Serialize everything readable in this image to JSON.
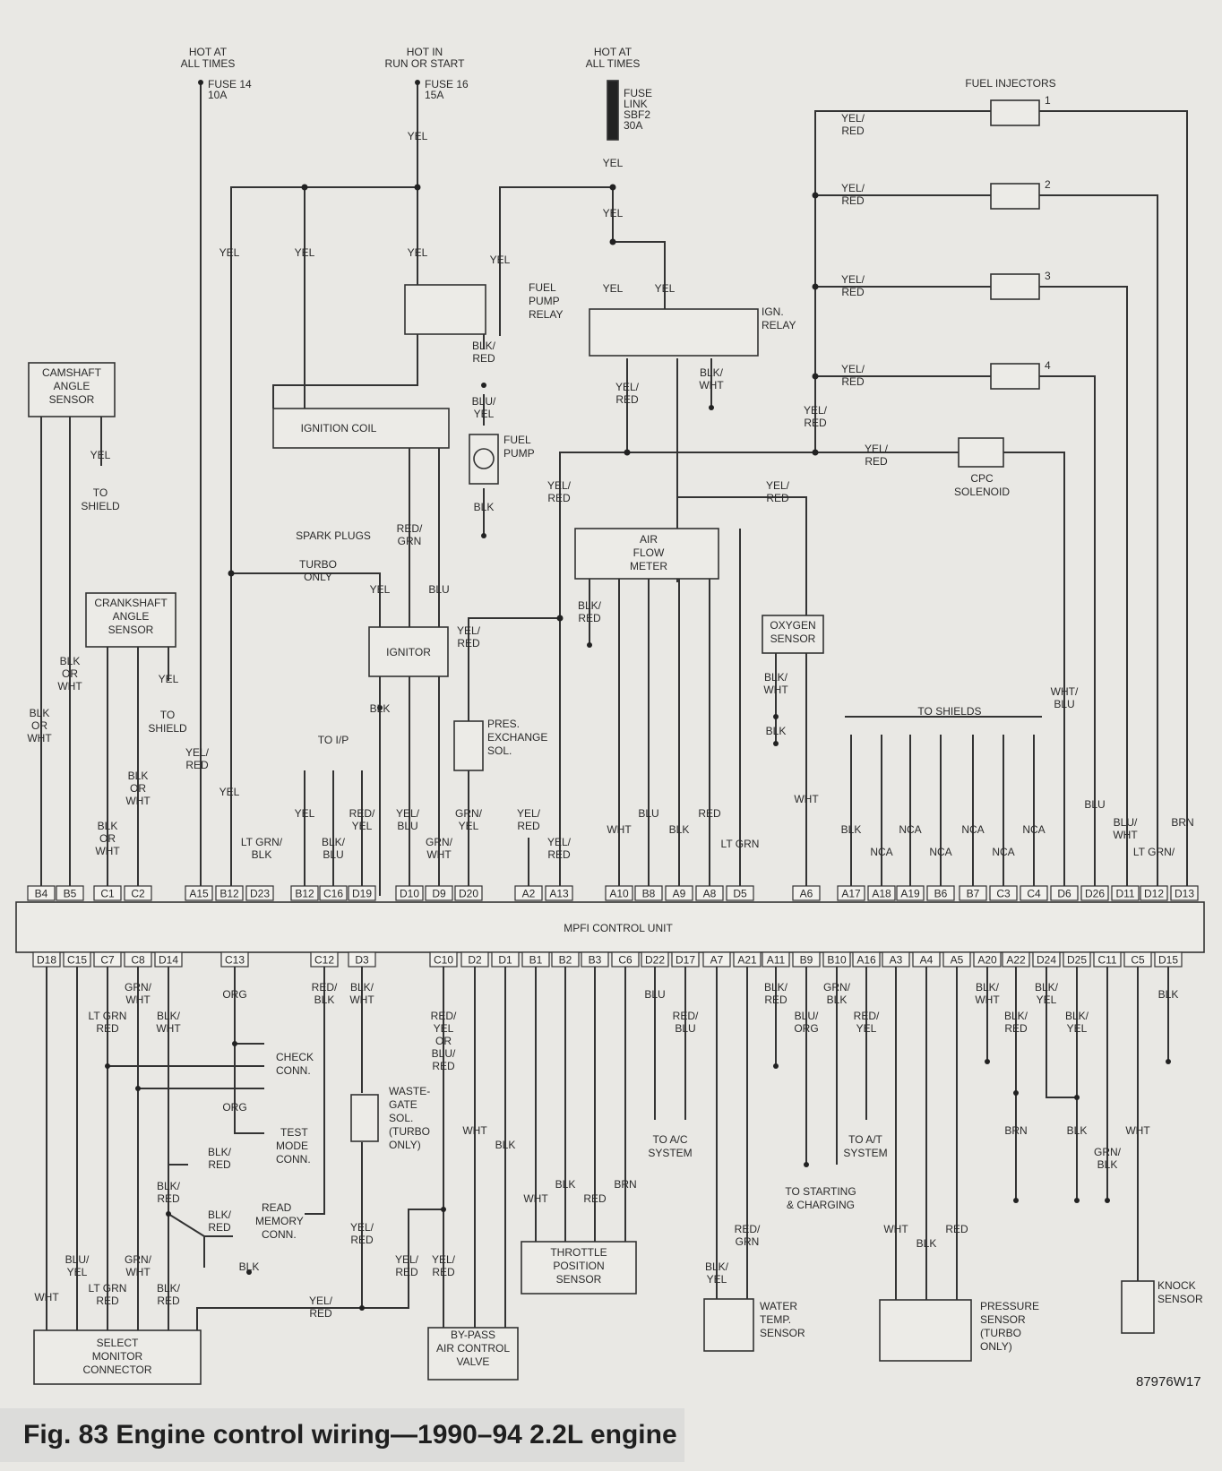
{
  "caption": "Fig. 83 Engine control wiring—1990–94 2.2L engine",
  "figure_code": "87976W17",
  "ecu": {
    "title": "MPFI CONTROL UNIT",
    "top_pins": [
      "B4",
      "B5",
      "C1",
      "C2",
      "A15",
      "B12",
      "D23",
      "B12",
      "C16",
      "D19",
      "D10",
      "D9",
      "D20",
      "A2",
      "A13",
      "A10",
      "B8",
      "A9",
      "A8",
      "D5",
      "A6",
      "A17",
      "A18",
      "A19",
      "B6",
      "B7",
      "C3",
      "C4",
      "D6",
      "D26",
      "D11",
      "D12",
      "D13"
    ],
    "bottom_pins": [
      "D18",
      "C15",
      "C7",
      "C8",
      "D14",
      "C13",
      "C12",
      "D3",
      "C10",
      "D2",
      "D1",
      "B1",
      "B2",
      "B3",
      "C6",
      "D22",
      "D17",
      "A7",
      "A21",
      "A11",
      "B9",
      "B10",
      "A16",
      "A3",
      "A4",
      "A5",
      "A20",
      "A22",
      "D24",
      "D25",
      "C11",
      "C5",
      "D15"
    ]
  },
  "components": {
    "camshaft_sensor": [
      "CAMSHAFT",
      "ANGLE",
      "SENSOR"
    ],
    "crankshaft_sensor": [
      "CRANKSHAFT",
      "ANGLE",
      "SENSOR"
    ],
    "ignition_coil": "IGNITION COIL",
    "spark_plugs": "SPARK PLUGS",
    "ignitor": "IGNITOR",
    "fuel_pump_relay": [
      "FUEL",
      "PUMP",
      "RELAY"
    ],
    "fuel_pump": [
      "FUEL",
      "PUMP"
    ],
    "ign_relay": [
      "IGN.",
      "RELAY"
    ],
    "air_flow_meter": [
      "AIR",
      "FLOW",
      "METER"
    ],
    "oxygen_sensor": [
      "OXYGEN",
      "SENSOR"
    ],
    "pres_exchange_sol": [
      "PRES.",
      "EXCHANGE",
      "SOL."
    ],
    "fuel_injectors": "FUEL INJECTORS",
    "injector_numbers": [
      "1",
      "2",
      "3",
      "4"
    ],
    "cpc_solenoid": [
      "CPC",
      "SOLENOID"
    ],
    "to_shields": "TO SHIELDS",
    "to_ip": "TO I/P",
    "turbo_only": [
      "TURBO",
      "ONLY"
    ],
    "to_shield": [
      "TO",
      "SHIELD"
    ],
    "check_conn": [
      "CHECK",
      "CONN."
    ],
    "test_mode_conn": [
      "TEST",
      "MODE",
      "CONN."
    ],
    "read_memory_conn": [
      "READ",
      "MEMORY",
      "CONN."
    ],
    "wastegate_sol": [
      "WASTE-",
      "GATE",
      "SOL.",
      "(TURBO",
      "ONLY)"
    ],
    "select_monitor": [
      "SELECT",
      "MONITOR",
      "CONNECTOR"
    ],
    "bypass_valve": [
      "BY-PASS",
      "AIR CONTROL",
      "VALVE"
    ],
    "throttle_sensor": [
      "THROTTLE",
      "POSITION",
      "SENSOR"
    ],
    "water_temp_sensor": [
      "WATER",
      "TEMP.",
      "SENSOR"
    ],
    "pressure_sensor": [
      "PRESSURE",
      "SENSOR",
      "(TURBO",
      "ONLY)"
    ],
    "knock_sensor": [
      "KNOCK",
      "SENSOR"
    ],
    "to_ac": [
      "TO  A/C",
      "SYSTEM"
    ],
    "to_at": [
      "TO  A/T",
      "SYSTEM"
    ],
    "to_starting": [
      "TO  STARTING",
      "& CHARGING"
    ]
  },
  "power": {
    "hot_all_times": [
      "HOT AT",
      "ALL TIMES"
    ],
    "hot_run_start": [
      "HOT IN",
      "RUN OR START"
    ],
    "fuse14": [
      "FUSE 14",
      "10A"
    ],
    "fuse16": [
      "FUSE 16",
      "15A"
    ],
    "fuse_link": [
      "FUSE",
      "LINK",
      "SBF2",
      "30A"
    ]
  },
  "wire_colors": {
    "yel": "YEL",
    "blk": "BLK",
    "blu": "BLU",
    "wht": "WHT",
    "red": "RED",
    "org": "ORG",
    "brn": "BRN",
    "nca": "NCA",
    "lt_grn": "LT GRN",
    "yel_red": [
      "YEL/",
      "RED"
    ],
    "blk_red": [
      "BLK/",
      "RED"
    ],
    "blu_yel": [
      "BLU/",
      "YEL"
    ],
    "blk_wht": [
      "BLK/",
      "WHT"
    ],
    "red_grn": [
      "RED/",
      "GRN"
    ],
    "blk_or_wht": [
      "BLK",
      "OR",
      "WHT"
    ],
    "lt_grn_blk": [
      "LT GRN/",
      "BLK"
    ],
    "blk_blu": [
      "BLK/",
      "BLU"
    ],
    "red_yel": [
      "RED/",
      "YEL"
    ],
    "yel_blu": [
      "YEL/",
      "BLU"
    ],
    "grn_wht": [
      "GRN/",
      "WHT"
    ],
    "grn_yel": [
      "GRN/",
      "YEL"
    ],
    "wht_blu": [
      "WHT/",
      "BLU"
    ],
    "blu_wht": [
      "BLU/",
      "WHT"
    ],
    "lt_grn_slash": "LT GRN/",
    "lt_grn_red": [
      "LT GRN",
      "RED"
    ],
    "blk_wht_c": [
      "BLK/",
      "WHT"
    ],
    "red_blk": [
      "RED/",
      "BLK"
    ],
    "red_yel_or_blu_red": [
      "RED/",
      "YEL",
      "OR",
      "BLU/",
      "RED"
    ],
    "red_blu": [
      "RED/",
      "BLU"
    ],
    "blu_org": [
      "BLU/",
      "ORG"
    ],
    "grn_blk": [
      "GRN/",
      "BLK"
    ],
    "blk_yel": [
      "BLK/",
      "YEL"
    ]
  },
  "colors": {
    "paper": "#e9e8e4",
    "ink": "#2a2a2a"
  }
}
